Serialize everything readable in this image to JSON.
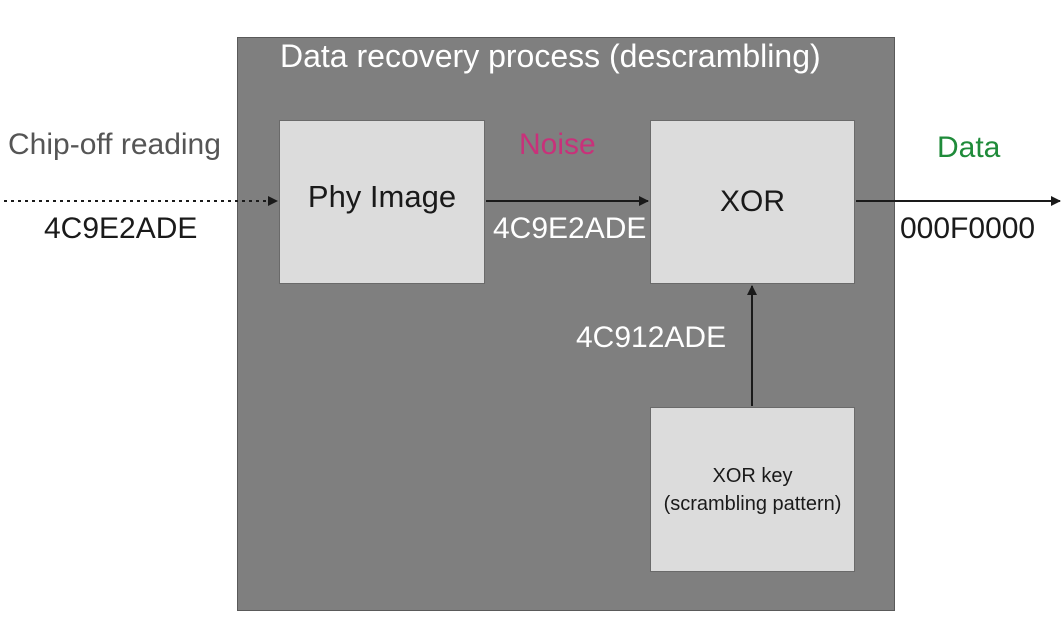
{
  "title": "Data recovery process (descrambling)",
  "input": {
    "label": "Chip-off reading",
    "value": "4C9E2ADE"
  },
  "phy_image": {
    "label": "Phy Image"
  },
  "noise": {
    "label": "Noise",
    "value": "4C9E2ADE",
    "color": "#c8317a"
  },
  "xor": {
    "label": "XOR"
  },
  "key": {
    "line1": "XOR key",
    "line2": "(scrambling pattern)",
    "value": "4C912ADE"
  },
  "output": {
    "label": "Data",
    "value": "000F0000",
    "color": "#1f8b3a"
  }
}
